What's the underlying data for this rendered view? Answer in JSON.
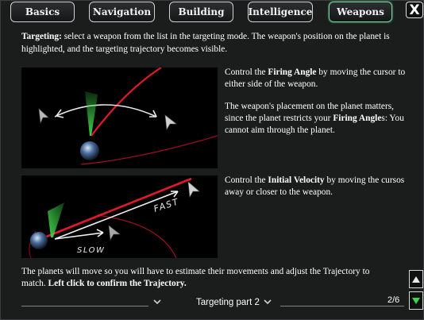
{
  "tabs": [
    {
      "label": "Basics",
      "active": false
    },
    {
      "label": "Navigation",
      "active": false
    },
    {
      "label": "Building",
      "active": false
    },
    {
      "label": "Intelligence",
      "active": false
    },
    {
      "label": "Weapons",
      "active": true
    }
  ],
  "close_label": "X",
  "intro": {
    "bold": "Targeting:",
    "text": " select a weapon from the list in the targeting mode. The weapon's position on the planet is highlighted, and the targeting trajectory becomes visible."
  },
  "angle_text": {
    "p1_a": "Control the ",
    "p1_bold": "Firing Angle",
    "p1_b": " by moving the cursor to either side of the weapon.",
    "p2_a": "The weapon's placement on the planet matters, since the planet restricts your ",
    "p2_bold": "Firing Angle",
    "p2_b": "s: You cannot aim through the planet."
  },
  "velocity_text": {
    "a": "Control the ",
    "bold": "Initial Velocity",
    "b": " by moving the cursos away or closer to the weapon."
  },
  "velocity_scene": {
    "fast_label": "FAST",
    "slow_label": "SLOW"
  },
  "footer_text": {
    "a": "The planets will move so you will have to estimate their movements and adjust the Trajectory to match. ",
    "bold": "Left click to confirm the Trajectory."
  },
  "pager": {
    "label": "Targeting part 2",
    "count": "2/6"
  },
  "colors": {
    "active_tab_border": "#6fd39a",
    "trajectory": "#e3182b",
    "beam": "#3fd24b"
  },
  "icons": {
    "scroll_up": "triangle-up-icon",
    "scroll_down": "triangle-down-icon",
    "prev": "chevron-down-icon",
    "next": "chevron-down-icon"
  }
}
